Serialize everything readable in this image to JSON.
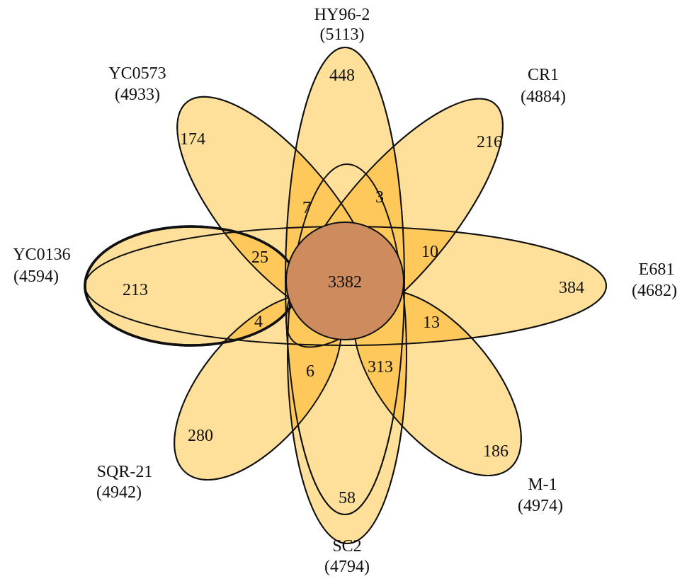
{
  "diagram": {
    "core_value": "3382",
    "strains": [
      {
        "name": "HY96-2",
        "total": "(5113)",
        "unique": "448"
      },
      {
        "name": "CR1",
        "total": "(4884)",
        "unique": "216"
      },
      {
        "name": "E681",
        "total": "(4682)",
        "unique": "384"
      },
      {
        "name": "M-1",
        "total": "(4974)",
        "unique": "186"
      },
      {
        "name": "SC2",
        "total": "(4794)",
        "unique": "58"
      },
      {
        "name": "SQR-21",
        "total": "(4942)",
        "unique": "280"
      },
      {
        "name": "YC0136",
        "total": "(4594)",
        "unique": "213"
      },
      {
        "name": "YC0573",
        "total": "(4933)",
        "unique": "174"
      }
    ],
    "overlaps": [
      "3",
      "10",
      "13",
      "313",
      "6",
      "4",
      "25",
      "7"
    ]
  },
  "colors": {
    "petal_fill": "#FEE09B",
    "overlap_fill": "#FFC85A",
    "core_fill": "#CD8B5E",
    "stroke": "#111111"
  }
}
